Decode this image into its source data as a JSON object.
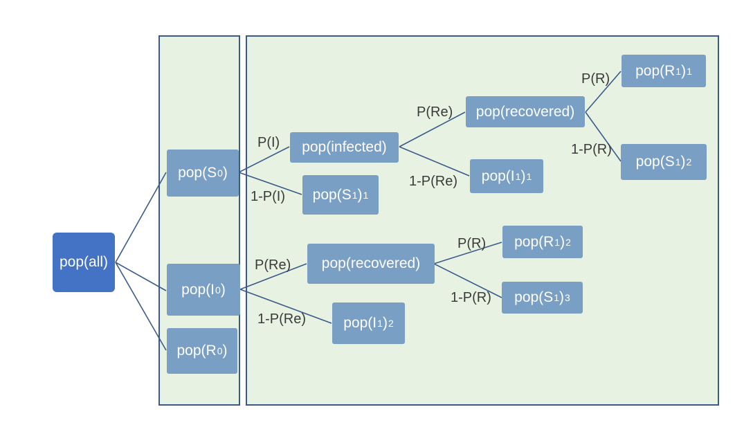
{
  "nodes": {
    "all": {
      "label": "pop(all)"
    },
    "s0": {
      "base": "pop(S",
      "sub": "0",
      "tail": ")"
    },
    "i0": {
      "base": "pop(I",
      "sub": "0",
      "tail": ")"
    },
    "r0": {
      "base": "pop(R",
      "sub": "0",
      "tail": ")"
    },
    "infected": {
      "label": "pop(infected)"
    },
    "s1_1": {
      "base": "pop(S",
      "sub": "1",
      "tail": ")",
      "sub2": "1"
    },
    "recovered_a": {
      "label": "pop(recovered)"
    },
    "i1_1": {
      "base": "pop(I",
      "sub": "1",
      "tail": ")",
      "sub2": "1"
    },
    "r1_1": {
      "base": "pop(R",
      "sub": "1",
      "tail": ")",
      "sub2": "1"
    },
    "s1_2": {
      "base": "pop(S",
      "sub": "1",
      "tail": ")",
      "sub2": "2"
    },
    "recovered_b": {
      "label": "pop(recovered)"
    },
    "i1_2": {
      "base": "pop(I",
      "sub": "1",
      "tail": ")",
      "sub2": "2"
    },
    "r1_2": {
      "base": "pop(R",
      "sub": "1",
      "tail": ")",
      "sub2": "2"
    },
    "s1_3": {
      "base": "pop(S",
      "sub": "1",
      "tail": ")",
      "sub2": "3"
    }
  },
  "edge_labels": {
    "p_i": "P(I)",
    "one_minus_p_i": "1-P(I)",
    "p_re_a": "P(Re)",
    "one_minus_p_re_a": "1-P(Re)",
    "p_r_a": "P(R)",
    "one_minus_p_r_a": "1-P(R)",
    "p_re_b": "P(Re)",
    "one_minus_p_re_b": "1-P(Re)",
    "p_r_b": "P(R)",
    "one_minus_p_r_b": "1-P(R)"
  },
  "colors": {
    "root_node": "#4472c4",
    "node": "#7a9fc4",
    "panel_fill": "#e8f2e2",
    "border_and_lines": "#3b5a8a"
  }
}
